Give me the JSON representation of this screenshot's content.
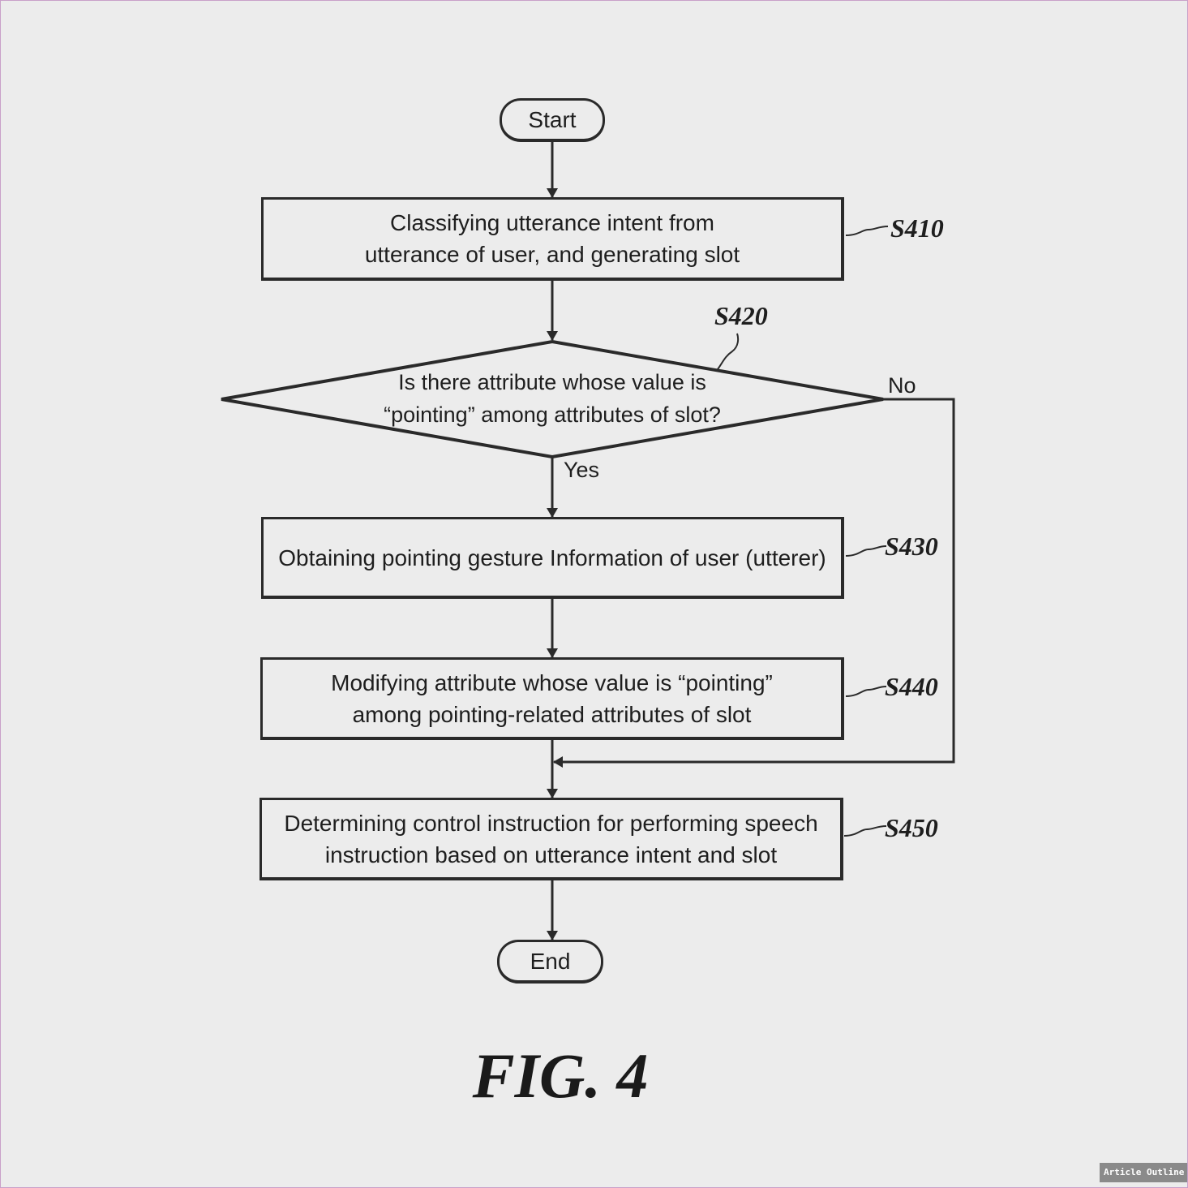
{
  "flowchart": {
    "start": "Start",
    "end": "End",
    "steps": [
      {
        "id": "S410",
        "text_lines": [
          "Classifying utterance intent from",
          "utterance of user, and generating slot"
        ]
      },
      {
        "id": "S420",
        "text_lines": [
          "Is there attribute whose value is",
          "“pointing” among attributes of slot?"
        ]
      },
      {
        "id": "S430",
        "text_lines": [
          "Obtaining pointing gesture Information of user (utterer)"
        ]
      },
      {
        "id": "S440",
        "text_lines": [
          "Modifying attribute whose value is “pointing”",
          "among pointing-related attributes of slot"
        ]
      },
      {
        "id": "S450",
        "text_lines": [
          "Determining control instruction for performing speech",
          "instruction based on utterance intent and slot"
        ]
      }
    ],
    "branches": {
      "yes": "Yes",
      "no": "No"
    }
  },
  "caption": "FIG. 4",
  "article_outline_button": "Article Outline"
}
